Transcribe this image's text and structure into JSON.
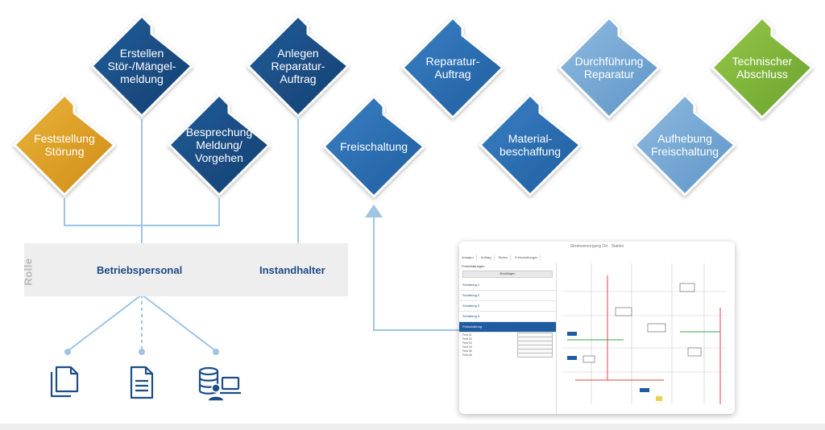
{
  "colors": {
    "orange": "#dfa225",
    "dark_blue": "#1b4e86",
    "mid_blue": "#2a6db3",
    "light_blue": "#7aaad6",
    "green": "#80b73a",
    "connector": "#9ec5e3",
    "role_text": "#1c4a85"
  },
  "steps": [
    {
      "id": "feststellung",
      "lines": [
        "Feststellung",
        "Störung"
      ],
      "color": "orange"
    },
    {
      "id": "erstellen",
      "lines": [
        "Erstellen",
        "Stör-/Mängel-",
        "meldung"
      ],
      "color": "dark_blue"
    },
    {
      "id": "besprechung",
      "lines": [
        "Besprechung",
        "Meldung/",
        "Vorgehen"
      ],
      "color": "dark_blue"
    },
    {
      "id": "anlegen",
      "lines": [
        "Anlegen",
        "Reparatur-",
        "Auftrag"
      ],
      "color": "dark_blue"
    },
    {
      "id": "freischaltung",
      "lines": [
        "Freischaltung"
      ],
      "color": "mid_blue"
    },
    {
      "id": "reparatur-auftrag",
      "lines": [
        "Reparatur-",
        "Auftrag"
      ],
      "color": "mid_blue"
    },
    {
      "id": "material",
      "lines": [
        "Material-",
        "beschaffung"
      ],
      "color": "mid_blue"
    },
    {
      "id": "durchfuehrung",
      "lines": [
        "Durchführung",
        "Reparatur"
      ],
      "color": "light_blue"
    },
    {
      "id": "aufhebung",
      "lines": [
        "Aufhebung",
        "Freischaltung"
      ],
      "color": "light_blue"
    },
    {
      "id": "abschluss",
      "lines": [
        "Technischer",
        "Abschluss"
      ],
      "color": "green"
    }
  ],
  "roles": {
    "label": "Rolle",
    "betriebspersonal": "Betriebspersonal",
    "instandhalter": "Instandhalter"
  },
  "icons": [
    "documents-icon",
    "document-list-icon",
    "database-users-icon"
  ],
  "screenshot": {
    "title": "Stromversorgung Ort · Station",
    "tabs": [
      "Anlagen",
      "Auftrag",
      "Status",
      "Freischaltungen"
    ],
    "panel_title": "Freischaltungen",
    "button": "Bestätigen",
    "items": [
      "Schaltung 1",
      "Schaltung 2",
      "Schaltung 3",
      "Schaltung 4"
    ],
    "selected": "Freischaltung",
    "rows": [
      "Feld 01",
      "Feld 02",
      "Feld 03",
      "Feld 04",
      "Feld 05",
      "Feld 06"
    ]
  }
}
